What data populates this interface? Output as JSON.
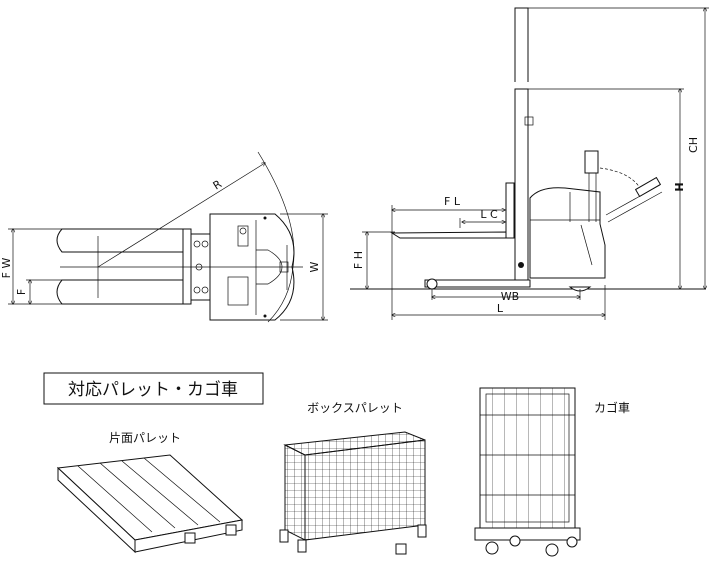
{
  "top_view": {
    "fw": "F W",
    "f": "F",
    "r": "R",
    "w": "W"
  },
  "side_view": {
    "fl": "F L",
    "lc": "L C",
    "fh": "F H",
    "wb": "WB",
    "l": "L",
    "h": "H",
    "ch": "CH"
  },
  "pallets": {
    "heading": "対応パレット・カゴ車",
    "single_sided_pallet": "片面パレット",
    "box_pallet": "ボックスパレット",
    "cage_cart": "カゴ車"
  },
  "colors": {
    "line": "#111111",
    "background": "#ffffff"
  }
}
